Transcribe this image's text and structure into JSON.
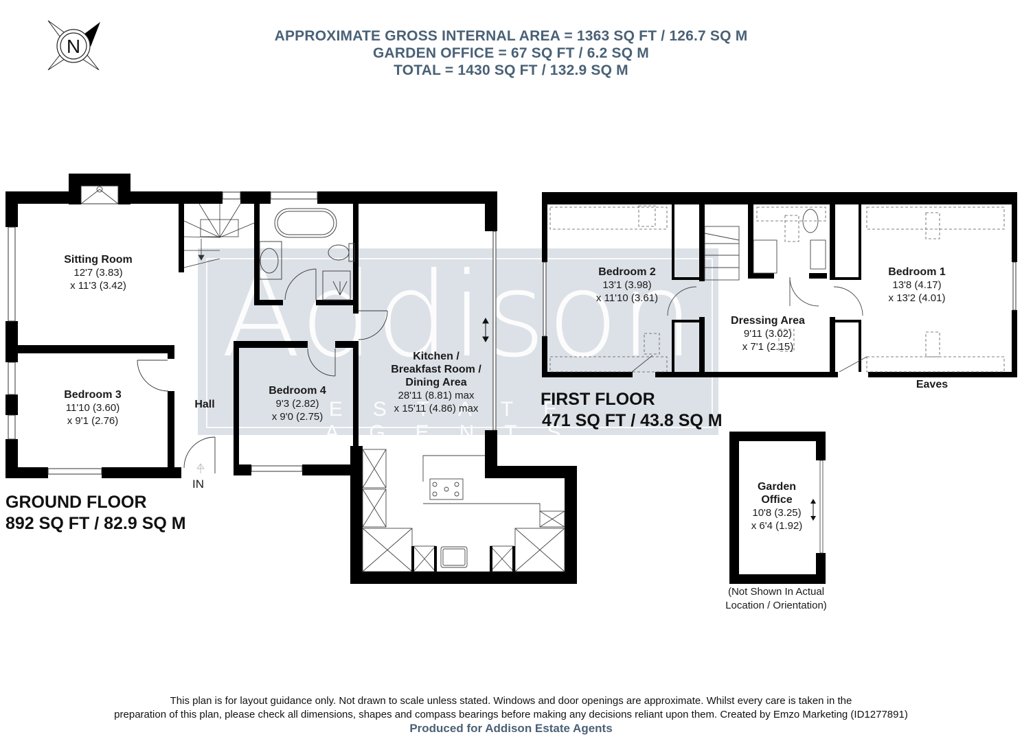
{
  "header": {
    "line1": "APPROXIMATE GROSS INTERNAL AREA = 1363 SQ FT / 126.7 SQ M",
    "line2": "GARDEN OFFICE = 67 SQ FT / 6.2 SQ M",
    "line3": "TOTAL = 1430 SQ FT / 132.9 SQ M"
  },
  "compass": {
    "icon": "north-compass-icon",
    "label": "N"
  },
  "watermark": {
    "brand": "Addison",
    "sub": "ESTATE AGENTS"
  },
  "ground_floor": {
    "title": "GROUND FLOOR",
    "area": "892 SQ FT / 82.9 SQ M",
    "entrance_label": "IN",
    "rooms": [
      {
        "name": "Sitting Room",
        "dim1": "12'7 (3.83)",
        "dim2": "x 11'3 (3.42)"
      },
      {
        "name": "Bedroom 3",
        "dim1": "11'10 (3.60)",
        "dim2": "x 9'1 (2.76)"
      },
      {
        "name": "Hall"
      },
      {
        "name": "Bedroom 4",
        "dim1": "9'3 (2.82)",
        "dim2": "x 9'0 (2.75)"
      },
      {
        "name_line1": "Kitchen /",
        "name_line2": "Breakfast Room /",
        "name_line3": "Dining Area",
        "dim1": "28'11 (8.81) max",
        "dim2": "x 15'11 (4.86) max"
      }
    ]
  },
  "first_floor": {
    "title": "FIRST FLOOR",
    "area": "471 SQ FT / 43.8 SQ M",
    "eaves_label": "Eaves",
    "rooms": [
      {
        "name": "Bedroom 2",
        "dim1": "13'1 (3.98)",
        "dim2": "x 11'10 (3.61)"
      },
      {
        "name": "Dressing Area",
        "dim1": "9'11 (3.02)",
        "dim2": "x 7'1 (2.15)"
      },
      {
        "name": "Bedroom 1",
        "dim1": "13'8 (4.17)",
        "dim2": "x 13'2 (4.01)"
      }
    ]
  },
  "garden_office": {
    "name_line1": "Garden",
    "name_line2": "Office",
    "dim1": "10'8 (3.25)",
    "dim2": "x 6'4 (1.92)",
    "note_line1": "(Not Shown In Actual",
    "note_line2": "Location / Orientation)"
  },
  "footer": {
    "disclaimer_line1": "This plan is for layout guidance only. Not drawn to scale unless stated. Windows and door openings are approximate. Whilst every care is taken in the",
    "disclaimer_line2": "preparation of this plan, please check all dimensions, shapes and compass bearings before making any decisions reliant upon them. Created by Emzo Marketing (ID1277891)",
    "produced_for": "Produced for Addison Estate Agents"
  },
  "colors": {
    "heading": "#4a6176",
    "wall": "#000000",
    "watermark": "#bfc9d4"
  }
}
